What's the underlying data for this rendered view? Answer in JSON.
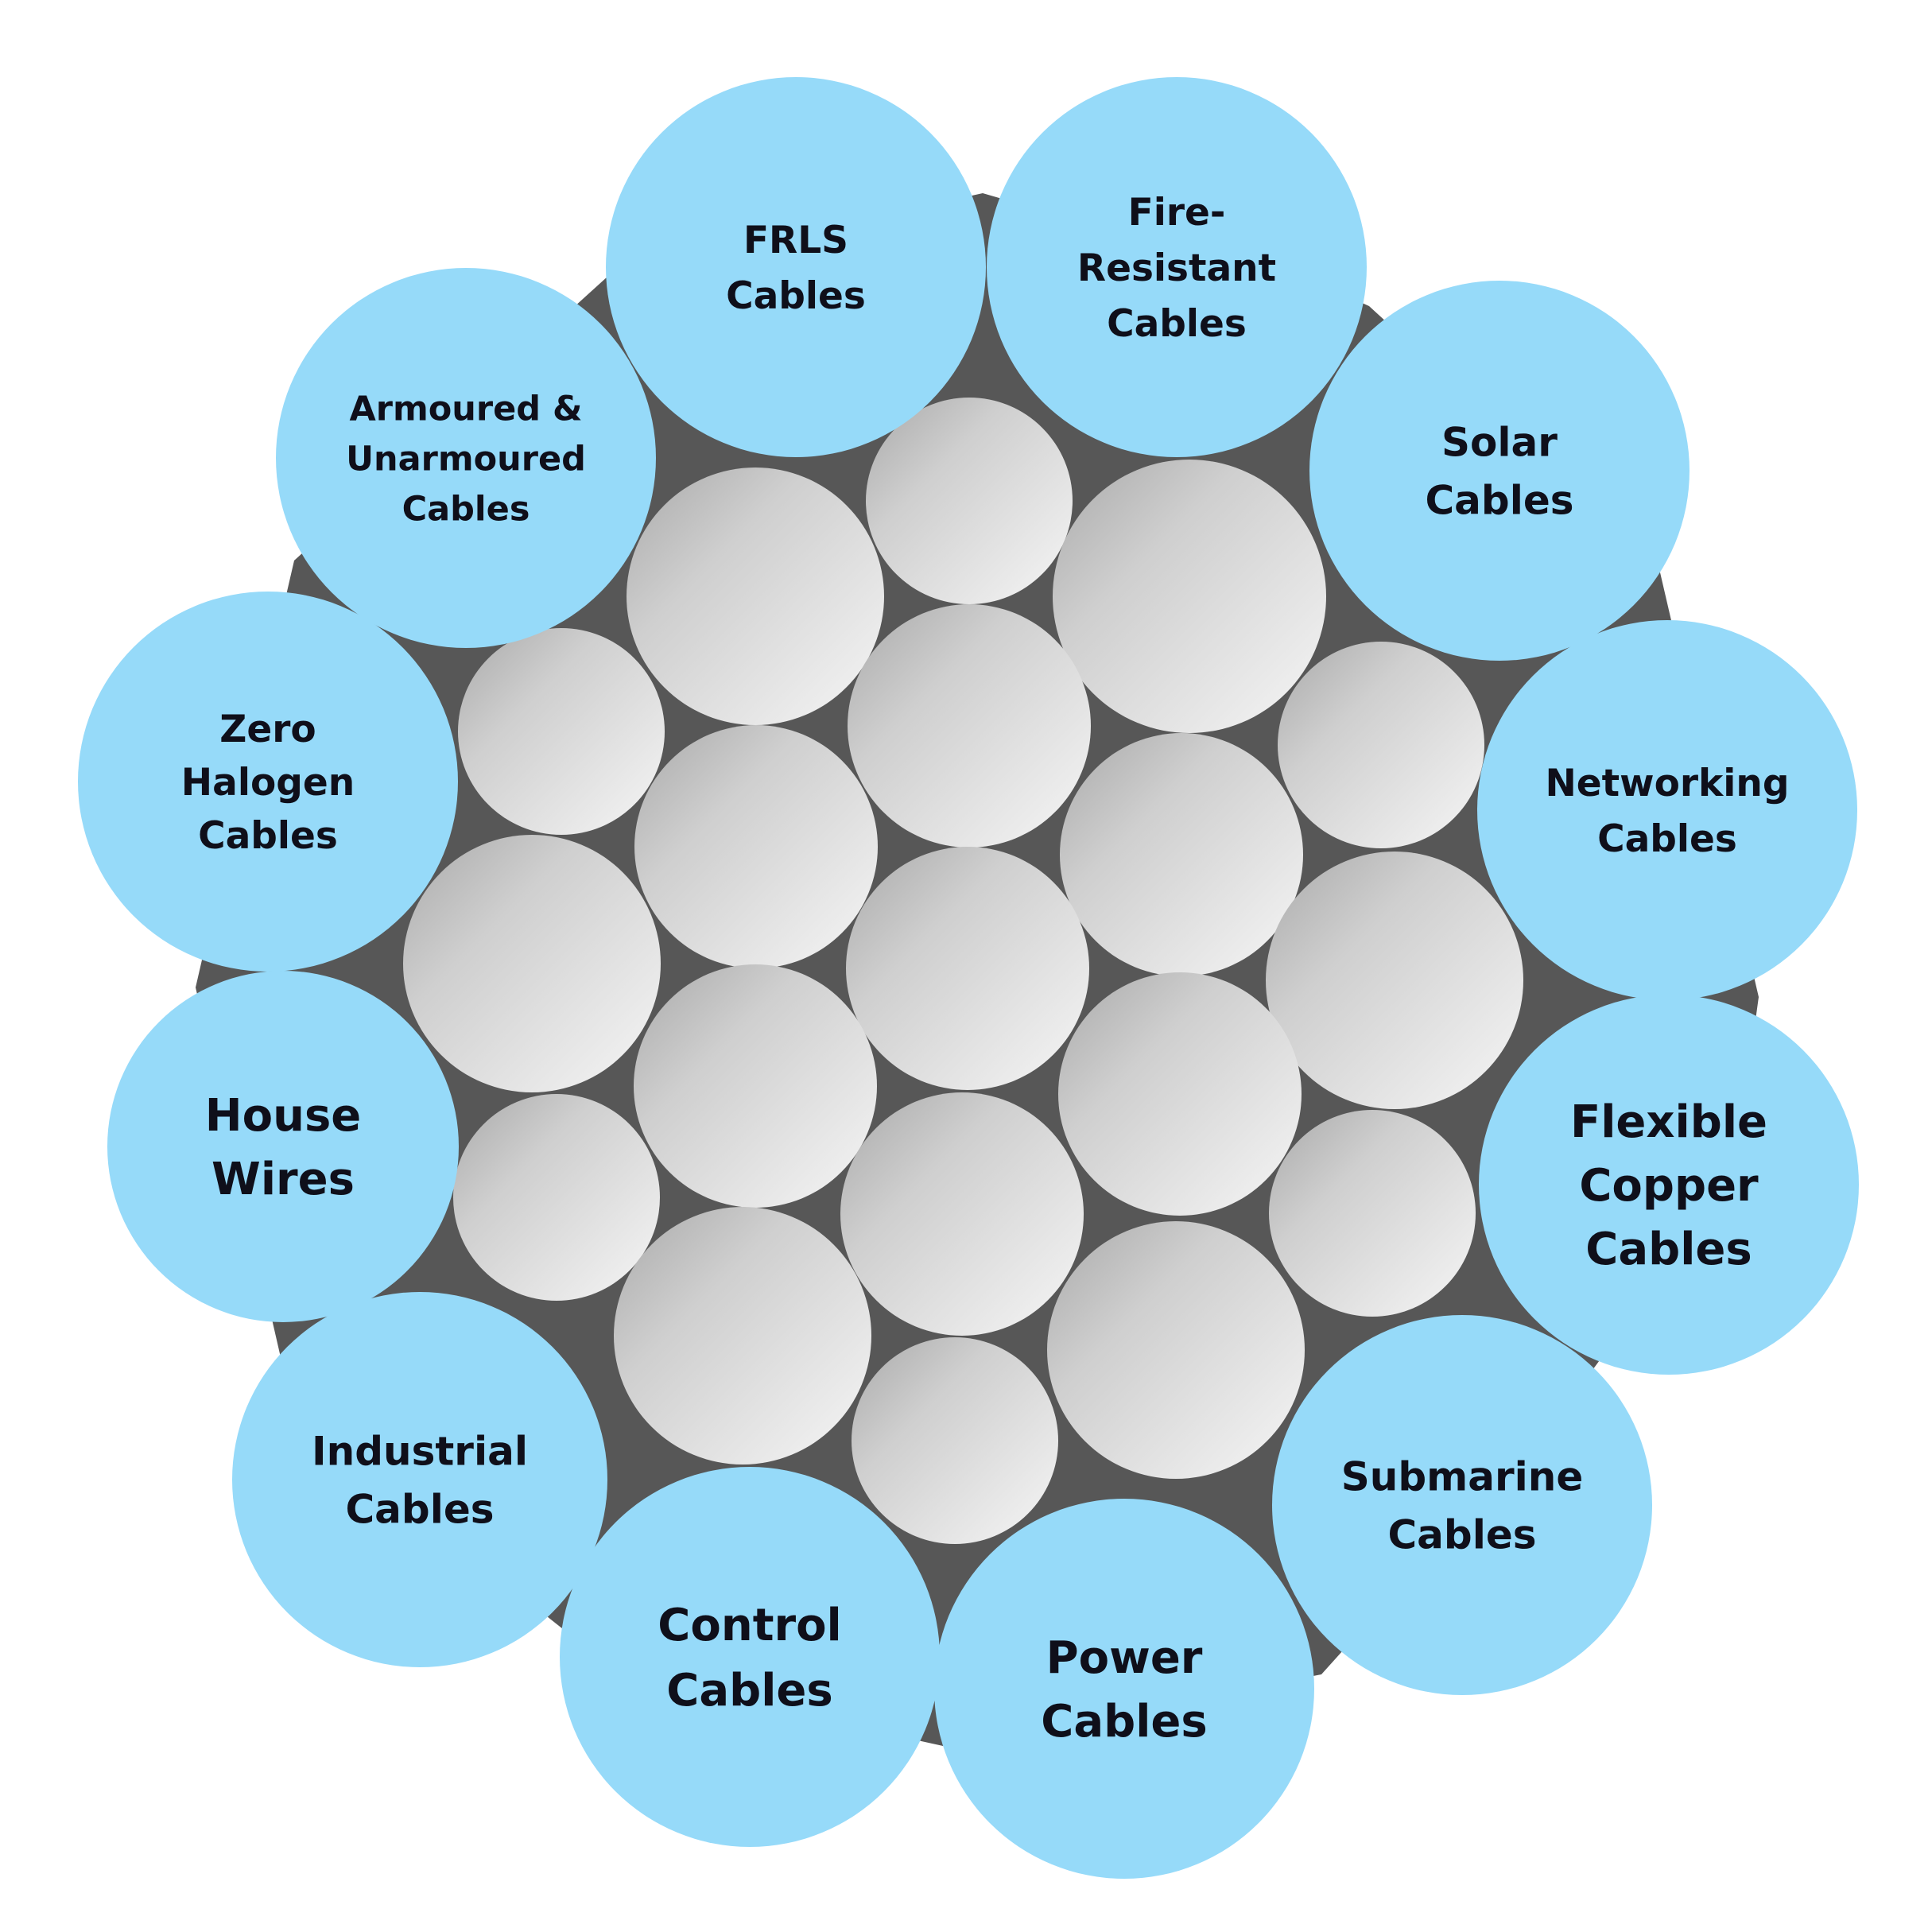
{
  "colors": {
    "background": "#ffffff",
    "cable_core": "#575757",
    "category_circle": "#96daf9",
    "strand_light": "#f6f6f6",
    "strand_dark": "#a9a9a9",
    "label_text": "#0f0f1a"
  },
  "categories": [
    {
      "id": "frls",
      "lines": [
        "FRLS",
        "Cables"
      ]
    },
    {
      "id": "fire-resistant",
      "lines": [
        "Fire-",
        "Resistant",
        "Cables"
      ]
    },
    {
      "id": "solar",
      "lines": [
        "Solar",
        "Cables"
      ]
    },
    {
      "id": "networking",
      "lines": [
        "Networking",
        "Cables"
      ]
    },
    {
      "id": "flexible-copper",
      "lines": [
        "Flexible",
        "Copper",
        "Cables"
      ]
    },
    {
      "id": "submarine",
      "lines": [
        "Submarine",
        "Cables"
      ]
    },
    {
      "id": "power",
      "lines": [
        "Power",
        "Cables"
      ]
    },
    {
      "id": "control",
      "lines": [
        "Control",
        "Cables"
      ]
    },
    {
      "id": "industrial",
      "lines": [
        "Industrial",
        "Cables"
      ]
    },
    {
      "id": "house-wires",
      "lines": [
        "House",
        "Wires"
      ]
    },
    {
      "id": "zero-halogen",
      "lines": [
        "Zero",
        "Halogen",
        "Cables"
      ]
    },
    {
      "id": "armoured-unarmoured",
      "lines": [
        "Armoured &",
        "Unarmoured",
        "Cables"
      ]
    }
  ]
}
